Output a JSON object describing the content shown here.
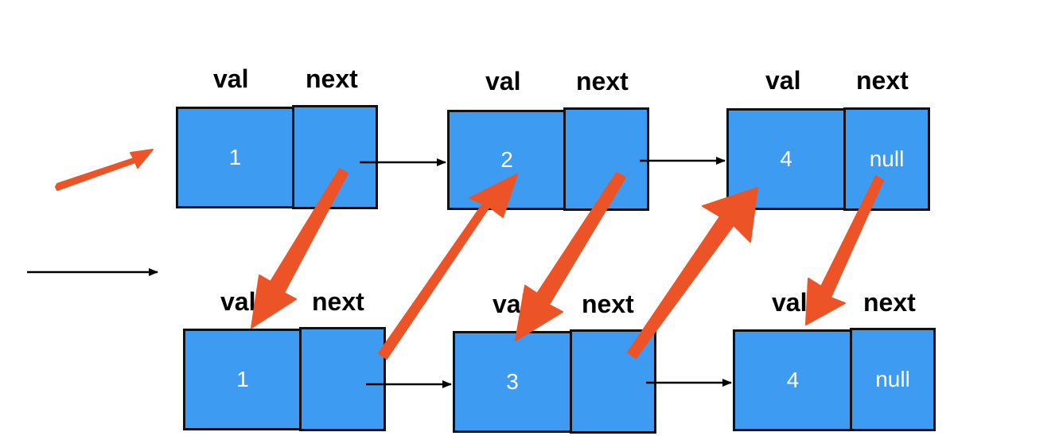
{
  "header_labels": {
    "val": "val",
    "next": "next"
  },
  "list_top": [
    {
      "val": "1",
      "next": ""
    },
    {
      "val": "2",
      "next": ""
    },
    {
      "val": "4",
      "next": "null"
    }
  ],
  "list_bottom": [
    {
      "val": "1",
      "next": ""
    },
    {
      "val": "3",
      "next": ""
    },
    {
      "val": "4",
      "next": "null"
    }
  ],
  "colors": {
    "node_fill": "#3d9cf2",
    "node_border": "#111111",
    "link_arrow": "#000000",
    "highlight_arrow": "#ec5427"
  }
}
